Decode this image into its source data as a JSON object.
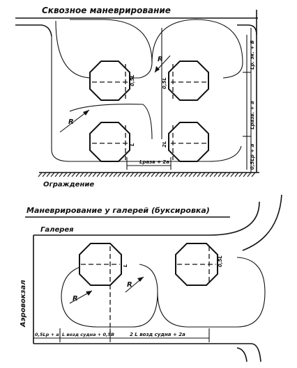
{
  "top": {
    "title": "Сквозное маневрирование",
    "bottom_label": "Ограждение",
    "radius_left": "R",
    "radius_right": "R",
    "ship_labels": [
      "0,5L",
      "0,5L",
      "L",
      "2L"
    ],
    "dim_horizontal": "Lразв + 2a",
    "dim_vertical_upper": "Lр. эк. + B",
    "dim_vertical_mid": "Lразв. + a",
    "dim_vertical_lower": "0,5Lр + a"
  },
  "bottom": {
    "title": "Маневрирование у галерей (буксировка)",
    "gallery_label": "Галерея",
    "side_label": "Аэровокзал",
    "radius_left": "R",
    "radius_right": "R",
    "ship_labels": [
      "L",
      "0,5L"
    ],
    "dim_1": "0,5Lр + a",
    "dim_2": "L возд судна + 0,5B",
    "dim_3": "2 L возд судна + 2a"
  }
}
